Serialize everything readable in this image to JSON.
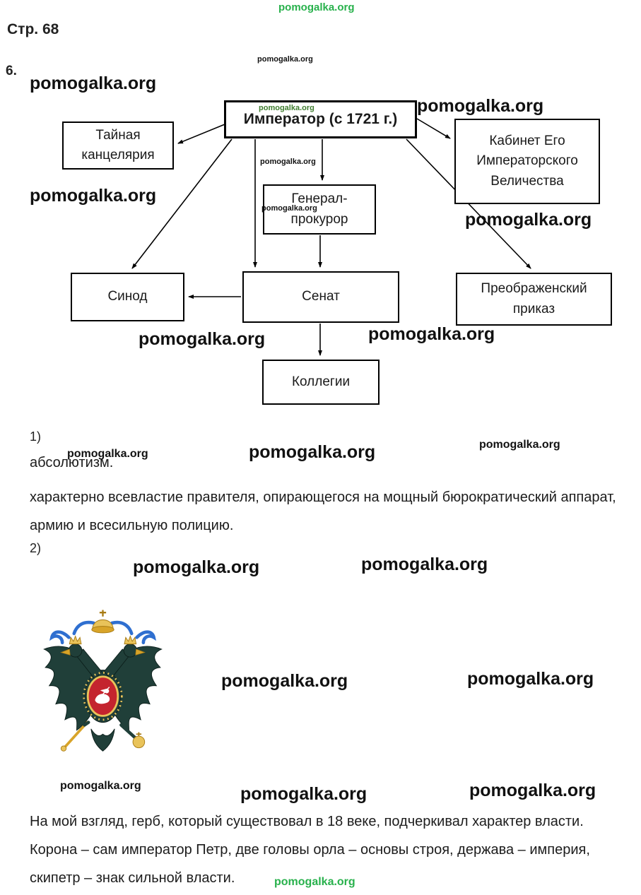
{
  "watermark": {
    "text": "pomogalka.org"
  },
  "header": {
    "page_label": "Стр. 68",
    "task_number": "6."
  },
  "diagram": {
    "emperor": "Император (с 1721 г.)",
    "secret_chancellery": "Тайная канцелярия",
    "cabinet": "Кабинет Его Императорского Величества",
    "prosecutor_general": "Генерал-прокурор",
    "synod": "Синод",
    "senate": "Сенат",
    "preobrazhensky_prikaz": "Преображенский приказ",
    "collegiums": "Коллегии"
  },
  "answer1": {
    "label": "1)",
    "absolutism": "абсолютизм.",
    "paragraph": "характерно всевластие правителя, опирающегося на мощный бюрократический аппарат, армию и всесильную полицию."
  },
  "answer2": {
    "label": "2)",
    "paragraph": "На мой взгляд, герб, который существовал в 18 веке, подчеркивал характер власти. Корона – сам император Петр, две головы орла – основы строя, держава – империя, скипетр – знак сильной власти."
  },
  "colors": {
    "watermark_green": "#28b14c",
    "diagram_line": "#000000",
    "shield_red": "#c4242e",
    "ribbon_blue": "#2f6fd0",
    "crown_gold": "#e9c35a"
  }
}
